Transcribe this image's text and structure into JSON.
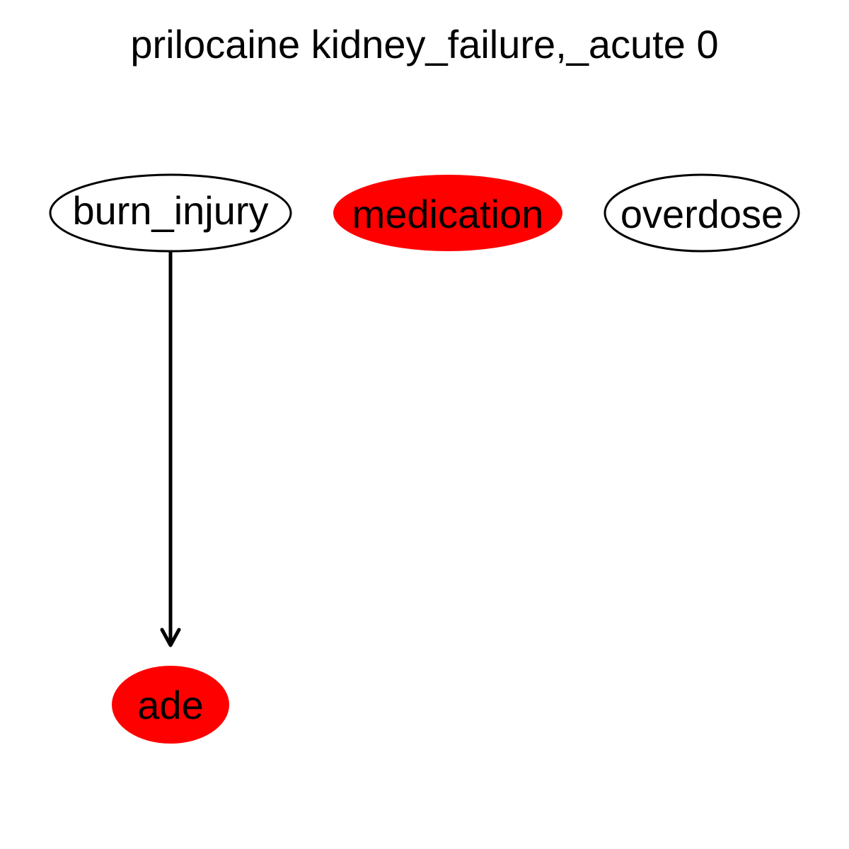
{
  "diagram": {
    "title": "prilocaine kidney_failure,_acute 0",
    "colors": {
      "highlight_fill": "#ff0000",
      "plain_fill": "#ffffff",
      "stroke": "#000000",
      "text": "#000000"
    },
    "nodes": {
      "burn_injury": {
        "label": "burn_injury",
        "highlighted": false
      },
      "medication": {
        "label": "medication",
        "highlighted": true
      },
      "overdose": {
        "label": "overdose",
        "highlighted": false
      },
      "ade": {
        "label": "ade",
        "highlighted": true
      }
    },
    "edges": [
      {
        "from": "burn_injury",
        "to": "ade",
        "directed": true
      }
    ]
  }
}
